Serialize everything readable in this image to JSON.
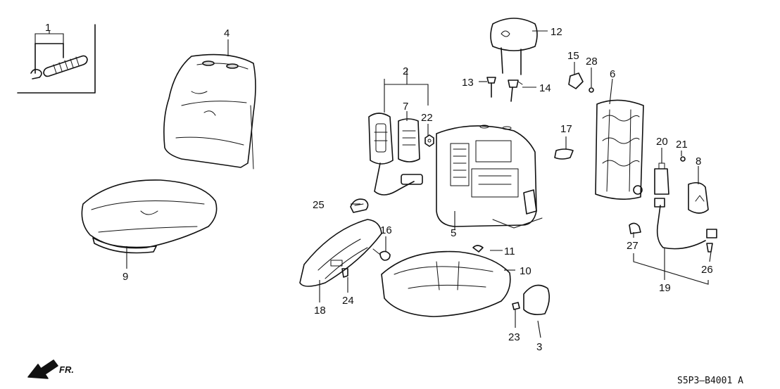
{
  "callouts": {
    "c1": "1",
    "c2": "2",
    "c3": "3",
    "c4": "4",
    "c5": "5",
    "c6": "6",
    "c7": "7",
    "c8": "8",
    "c9": "9",
    "c10": "10",
    "c11": "11",
    "c12": "12",
    "c13": "13",
    "c14": "14",
    "c15": "15",
    "c16": "16",
    "c17": "17",
    "c18": "18",
    "c19": "19",
    "c20": "20",
    "c21": "21",
    "c22": "22",
    "c23": "23",
    "c24": "24",
    "c25": "25",
    "c26": "26",
    "c27": "27",
    "c28": "28"
  },
  "front_label": "FR.",
  "reference_code": "S5P3—B4001 A"
}
